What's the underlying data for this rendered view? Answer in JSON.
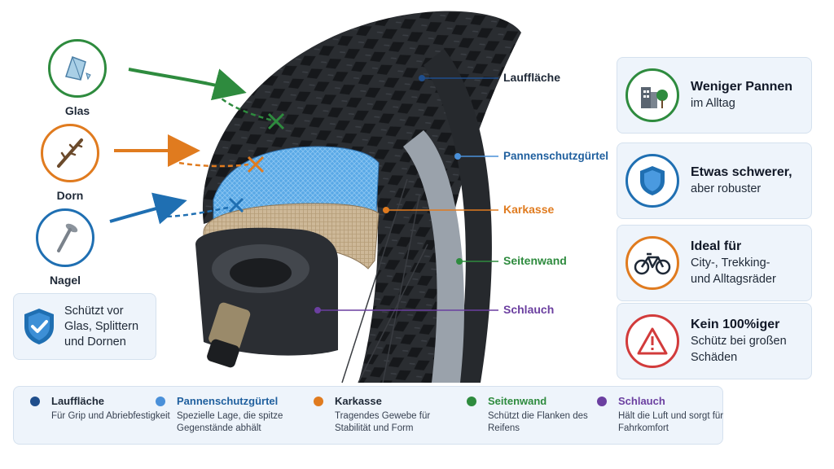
{
  "hazards": [
    {
      "label": "Glas",
      "color": "#2e8b3e",
      "icon": "glass-shard-icon"
    },
    {
      "label": "Dorn",
      "color": "#e07b1f",
      "icon": "thorn-branch-icon"
    },
    {
      "label": "Nagel",
      "color": "#1f6fb2",
      "icon": "nail-icon"
    }
  ],
  "protection_note": {
    "text_line1": "Schützt vor",
    "text_line2": "Glas, Splittern",
    "text_line3": "und Dornen",
    "icon": "shield-check-icon",
    "color": "#1f6fb2"
  },
  "callouts": {
    "lauffläche": {
      "label": "Lauffläche",
      "color": "#1f2937",
      "dot": "#1f4e8c"
    },
    "pannenschutz": {
      "label": "Pannenschutzgürtel",
      "color": "#1f5f9e",
      "dot": "#4a90d9"
    },
    "karkasse": {
      "label": "Karkasse",
      "color": "#e07b1f",
      "dot": "#e07b1f"
    },
    "seitenwand": {
      "label": "Seitenwand",
      "color": "#2e8b3e",
      "dot": "#2e8b3e"
    },
    "schlauch": {
      "label": "Schlauch",
      "color": "#6b3fa0",
      "dot": "#6b3fa0"
    }
  },
  "benefits": [
    {
      "title": "Weniger Pannen",
      "line1": "im Alltag",
      "line2": "",
      "icon": "city-tree-icon",
      "color": "#2e8b3e"
    },
    {
      "title": "Etwas schwerer,",
      "line1": "aber robuster",
      "line2": "",
      "icon": "shield-icon",
      "color": "#1f6fb2"
    },
    {
      "title": "Ideal für",
      "line1": "City-, Trekking-",
      "line2": "und Alltagsräder",
      "icon": "bicycle-icon",
      "color": "#e07b1f"
    },
    {
      "title": "Kein 100%iger",
      "line1": "Schütz bei großen",
      "line2": "Schäden",
      "icon": "warning-icon",
      "color": "#d23b3b"
    }
  ],
  "legend": [
    {
      "name": "Lauffläche",
      "desc": "Für Grip und Abriebfestigkeit",
      "color": "#1f4e8c",
      "name_color": "#1f2937"
    },
    {
      "name": "Pannenschutzgürtel",
      "desc": "Spezielle Lage, die spitze Gegenstände abhält",
      "color": "#4a90d9",
      "name_color": "#1f5f9e"
    },
    {
      "name": "Karkasse",
      "desc": "Tragendes Gewebe für Stabilität und Form",
      "color": "#e07b1f",
      "name_color": "#1f2937"
    },
    {
      "name": "Seitenwand",
      "desc": "Schützt die Flanken des Reifens",
      "color": "#2e8b3e",
      "name_color": "#2e8b3e"
    },
    {
      "name": "Schlauch",
      "desc": "Hält die Luft und sorgt für Fahrkomfort",
      "color": "#6b3fa0",
      "name_color": "#6b3fa0"
    }
  ]
}
